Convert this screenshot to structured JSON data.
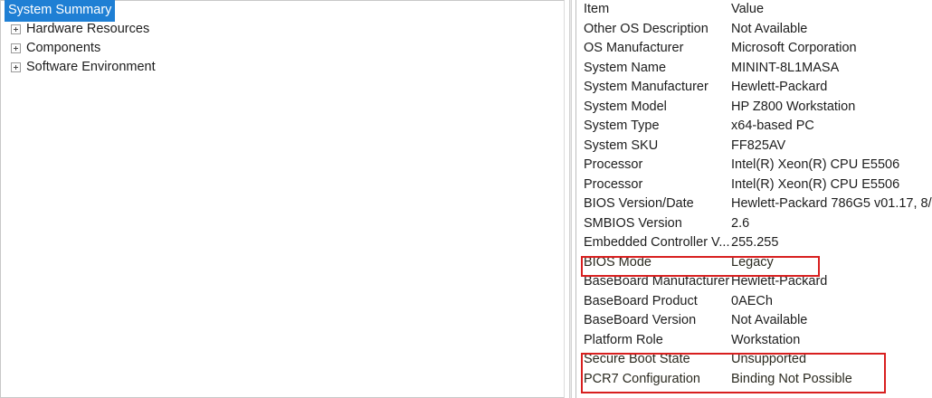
{
  "tree": {
    "items": [
      {
        "label": "System Summary",
        "expandable": false,
        "selected": true
      },
      {
        "label": "Hardware Resources",
        "expandable": true,
        "selected": false
      },
      {
        "label": "Components",
        "expandable": true,
        "selected": false
      },
      {
        "label": "Software Environment",
        "expandable": true,
        "selected": false
      }
    ]
  },
  "detail": {
    "columns": {
      "item": "Item",
      "value": "Value"
    },
    "rows": [
      {
        "item": "Other OS Description",
        "value": "Not Available",
        "flagged": false
      },
      {
        "item": "OS Manufacturer",
        "value": "Microsoft Corporation",
        "flagged": false
      },
      {
        "item": "System Name",
        "value": "MININT-8L1MASA",
        "flagged": false
      },
      {
        "item": "System Manufacturer",
        "value": "Hewlett-Packard",
        "flagged": false
      },
      {
        "item": "System Model",
        "value": "HP Z800 Workstation",
        "flagged": false
      },
      {
        "item": "System Type",
        "value": "x64-based PC",
        "flagged": false
      },
      {
        "item": "System SKU",
        "value": "FF825AV",
        "flagged": false
      },
      {
        "item": "Processor",
        "value": "Intel(R) Xeon(R) CPU          E5506",
        "flagged": false
      },
      {
        "item": "Processor",
        "value": "Intel(R) Xeon(R) CPU          E5506",
        "flagged": false
      },
      {
        "item": "BIOS Version/Date",
        "value": "Hewlett-Packard 786G5 v01.17, 8/",
        "flagged": false
      },
      {
        "item": "SMBIOS Version",
        "value": "2.6",
        "flagged": false
      },
      {
        "item": "Embedded Controller V...",
        "value": "255.255",
        "flagged": false
      },
      {
        "item": "BIOS Mode",
        "value": "Legacy",
        "flagged": true
      },
      {
        "item": "BaseBoard Manufacturer",
        "value": "Hewlett-Packard",
        "flagged": false
      },
      {
        "item": "BaseBoard Product",
        "value": "0AECh",
        "flagged": false
      },
      {
        "item": "BaseBoard Version",
        "value": "Not Available",
        "flagged": false
      },
      {
        "item": "Platform Role",
        "value": "Workstation",
        "flagged": false
      },
      {
        "item": "Secure Boot State",
        "value": "Unsupported",
        "flagged": true
      },
      {
        "item": "PCR7 Configuration",
        "value": "Binding Not Possible",
        "flagged": true
      }
    ]
  },
  "annotations": {
    "color": "#d81f1f",
    "boxes": [
      {
        "name": "bios-mode-highlight",
        "targets": [
          "BIOS Mode"
        ]
      },
      {
        "name": "secure-boot-highlight",
        "targets": [
          "Secure Boot State",
          "PCR7 Configuration"
        ]
      }
    ]
  },
  "theme": {
    "selection_color": "#1f7fd4",
    "selection_text": "#ffffff",
    "text_color": "#1d1d1d",
    "background": "#ffffff"
  }
}
